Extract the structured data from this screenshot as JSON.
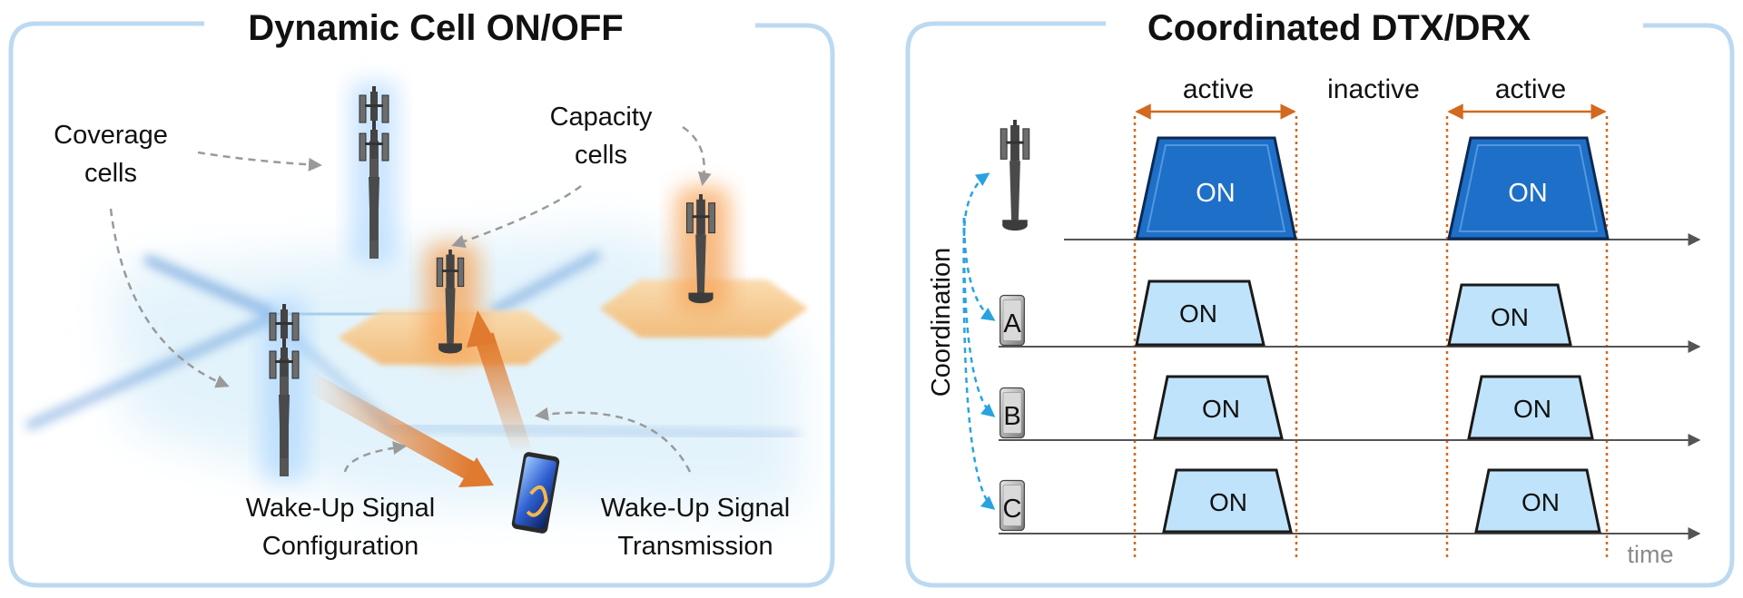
{
  "left_panel": {
    "title": "Dynamic Cell ON/OFF",
    "labels": {
      "coverage_line1": "Coverage",
      "coverage_line2": "cells",
      "capacity_line1": "Capacity",
      "capacity_line2": "cells",
      "wus_config_line1": "Wake-Up Signal",
      "wus_config_line2": "Configuration",
      "wus_tx_line1": "Wake-Up Signal",
      "wus_tx_line2": "Transmission"
    },
    "icons": [
      "cell-tower-icon",
      "smartphone-icon",
      "hexagon-cell-icon",
      "arrow-icon"
    ]
  },
  "right_panel": {
    "title": "Coordinated DTX/DRX",
    "period_labels": [
      "active",
      "inactive",
      "active"
    ],
    "coordination_label": "Coordination",
    "time_label": "time",
    "ues": [
      "A",
      "B",
      "C"
    ],
    "on_label": "ON"
  },
  "colors": {
    "panel_border": "#bcd9f2",
    "bs_on_fill": "#1e6fc8",
    "ue_on_fill": "#bfe3fb",
    "active_period": "#d2691e",
    "coordination_arrow": "#29a3e0",
    "capacity_glow": "#f7a55a",
    "wus_arrow": "#e07a2e"
  }
}
